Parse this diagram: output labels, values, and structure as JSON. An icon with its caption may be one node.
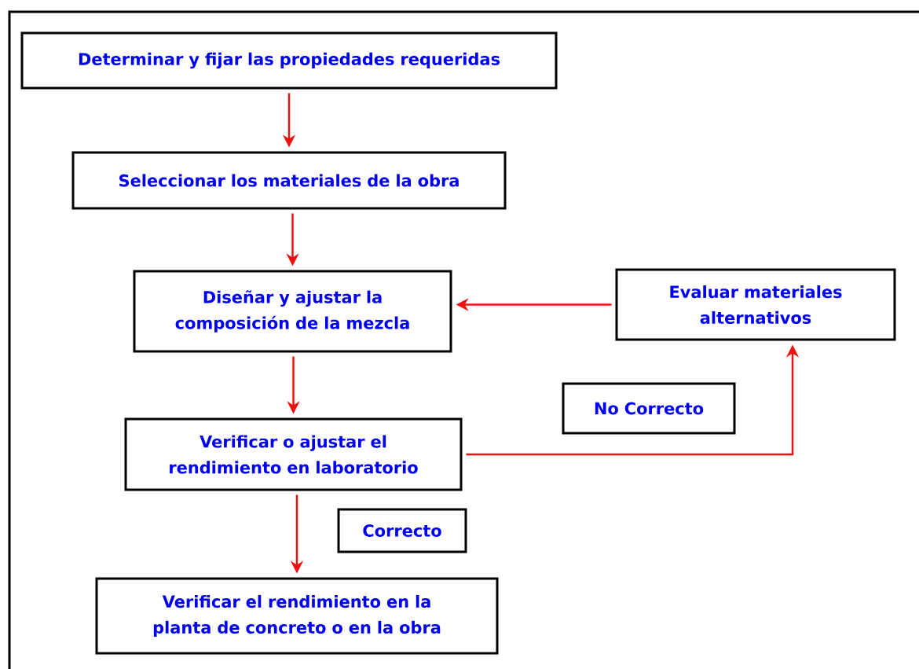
{
  "diagram": {
    "nodes": [
      {
        "text": [
          "Determinar y fijar las propiedades requeridas"
        ]
      },
      {
        "text": [
          "Seleccionar los materiales de la obra"
        ]
      },
      {
        "text": [
          "Diseñar y ajustar la composición de la mezcla"
        ]
      },
      {
        "text": [
          "Evaluar materiales alternativos"
        ]
      },
      {
        "text": [
          "No Correcto"
        ]
      },
      {
        "text": [
          "Verificar o ajustar el rendimiento en laboratorio"
        ]
      },
      {
        "text": [
          "Correcto"
        ]
      },
      {
        "text": [
          "Verificar el rendimiento en la planta de concreto o en la obra"
        ]
      }
    ],
    "edges": [
      {
        "from": 0,
        "to": 1,
        "arrow": "to"
      },
      {
        "from": 1,
        "to": 2,
        "arrow": "to"
      },
      {
        "from": 3,
        "to": 2,
        "arrow": "to"
      },
      {
        "from": 2,
        "to": 5,
        "arrow": "to"
      },
      {
        "from": 5,
        "to": 3,
        "arrow": "to"
      },
      {
        "from": 5,
        "to": 7,
        "arrow": "to"
      }
    ]
  }
}
